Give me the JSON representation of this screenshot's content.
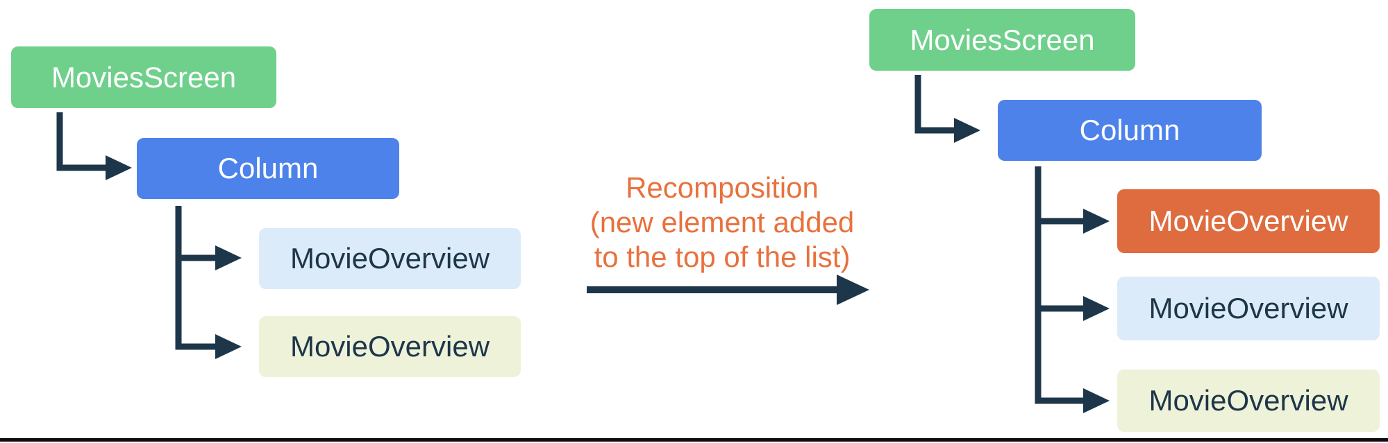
{
  "colors": {
    "green": "#6FD08C",
    "blue": "#4D82EB",
    "light_blue": "#DBEBFA",
    "pale_yellow": "#EEF2D9",
    "orange": "#DE6C3F",
    "orange_text": "#E8713D",
    "navy": "#1D3649",
    "white_text": "#FFFFFF",
    "rule": "#0D0D0D"
  },
  "left_tree": {
    "root_label": "MoviesScreen",
    "column_label": "Column",
    "children": [
      {
        "label": "MovieOverview"
      },
      {
        "label": "MovieOverview"
      }
    ]
  },
  "annotation": {
    "line1": "Recomposition",
    "line2": "(new element added",
    "line3": "to the top of the list)"
  },
  "right_tree": {
    "root_label": "MoviesScreen",
    "column_label": "Column",
    "children": [
      {
        "label": "MovieOverview"
      },
      {
        "label": "MovieOverview"
      },
      {
        "label": "MovieOverview"
      }
    ]
  }
}
